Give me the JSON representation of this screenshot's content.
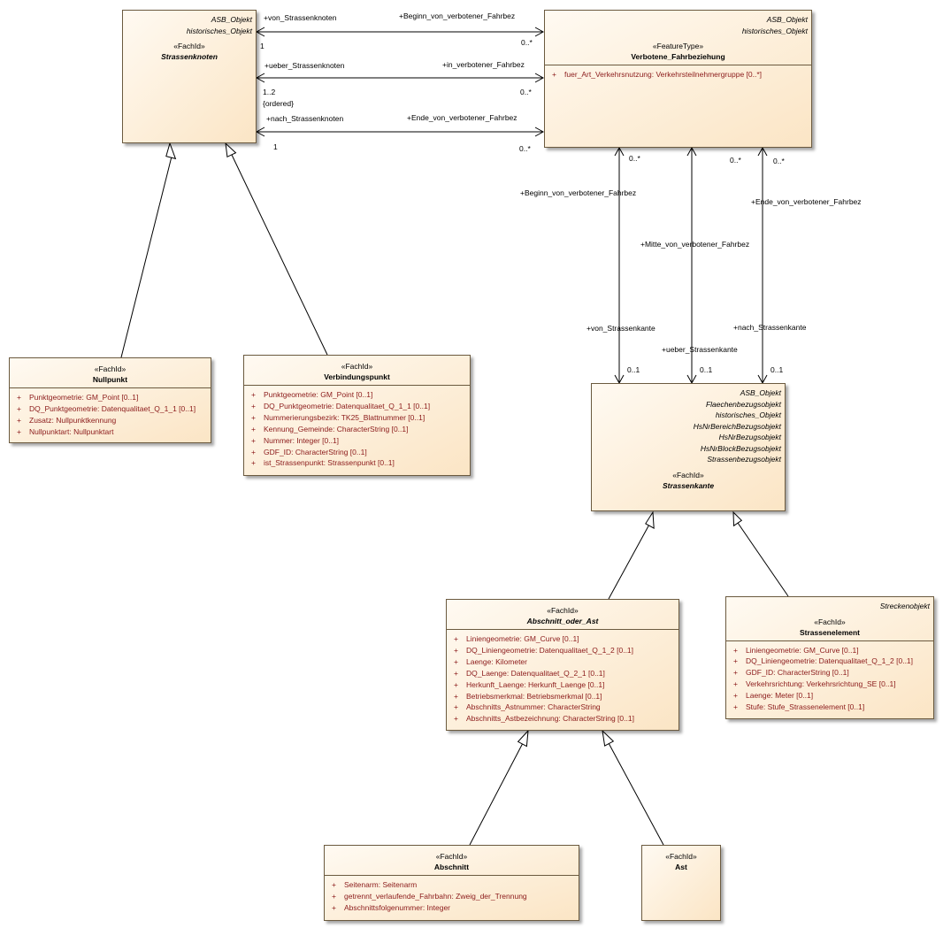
{
  "classes": {
    "strassenknoten": {
      "tags": [
        "ASB_Objekt",
        "historisches_Objekt"
      ],
      "stereotype": "«FachId»",
      "name": "Strassenknoten",
      "attributes": []
    },
    "verbotene": {
      "tags": [
        "ASB_Objekt",
        "historisches_Objekt"
      ],
      "stereotype": "«FeatureType»",
      "name": "Verbotene_Fahrbeziehung",
      "attributes": [
        "fuer_Art_Verkehrsnutzung: Verkehrsteilnehmergruppe [0..*]"
      ]
    },
    "nullpunkt": {
      "tags": [],
      "stereotype": "«FachId»",
      "name": "Nullpunkt",
      "attributes": [
        "Punktgeometrie: GM_Point [0..1]",
        "DQ_Punktgeometrie: Datenqualitaet_Q_1_1 [0..1]",
        "Zusatz: Nullpunktkennung",
        "Nullpunktart: Nullpunktart"
      ]
    },
    "verbindungspunkt": {
      "tags": [],
      "stereotype": "«FachId»",
      "name": "Verbindungspunkt",
      "attributes": [
        "Punktgeometrie: GM_Point [0..1]",
        "DQ_Punktgeometrie: Datenqualitaet_Q_1_1 [0..1]",
        "Nummerierungsbezirk: TK25_Blattnummer [0..1]",
        "Kennung_Gemeinde: CharacterString [0..1]",
        "Nummer: Integer [0..1]",
        "GDF_ID: CharacterString [0..1]",
        "ist_Strassenpunkt: Strassenpunkt [0..1]"
      ]
    },
    "strassenkante": {
      "tags": [
        "ASB_Objekt",
        "Flaechenbezugsobjekt",
        "historisches_Objekt",
        "HsNrBereichBezugsobjekt",
        "HsNrBezugsobjekt",
        "HsNrBlockBezugsobjekt",
        "Strassenbezugsobjekt"
      ],
      "stereotype": "«FachId»",
      "name": "Strassenkante",
      "attributes": []
    },
    "abschnitt_oder_ast": {
      "tags": [],
      "stereotype": "«FachId»",
      "name": "Abschnitt_oder_Ast",
      "attributes": [
        "Liniengeometrie: GM_Curve [0..1]",
        "DQ_Liniengeometrie: Datenqualitaet_Q_1_2 [0..1]",
        "Laenge: Kilometer",
        "DQ_Laenge: Datenqualitaet_Q_2_1 [0..1]",
        "Herkunft_Laenge: Herkunft_Laenge [0..1]",
        "Betriebsmerkmal: Betriebsmerkmal [0..1]",
        "Abschnitts_Astnummer: CharacterString",
        "Abschnitts_Astbezeichnung: CharacterString [0..1]"
      ]
    },
    "strassenelement": {
      "tags": [
        "Streckenobjekt"
      ],
      "stereotype": "«FachId»",
      "name": "Strassenelement",
      "attributes": [
        "Liniengeometrie: GM_Curve [0..1]",
        "DQ_Liniengeometrie: Datenqualitaet_Q_1_2 [0..1]",
        "GDF_ID: CharacterString [0..1]",
        "Verkehrsrichtung: Verkehrsrichtung_SE [0..1]",
        "Laenge: Meter [0..1]",
        "Stufe: Stufe_Strassenelement [0..1]"
      ]
    },
    "abschnitt": {
      "tags": [],
      "stereotype": "«FachId»",
      "name": "Abschnitt",
      "attributes": [
        "Seitenarm: Seitenarm",
        "getrennt_verlaufende_Fahrbahn: Zweig_der_Trennung",
        "Abschnittsfolgenummer: Integer"
      ]
    },
    "ast": {
      "tags": [],
      "stereotype": "«FachId»",
      "name": "Ast",
      "attributes": []
    }
  },
  "associations": {
    "a1": {
      "role_left": "+von_Strassenknoten",
      "role_right": "+Beginn_von_verbotener_Fahrbez",
      "mult_left": "1",
      "mult_right": "0..*"
    },
    "a2": {
      "role_left": "+ueber_Strassenknoten",
      "role_right": "+in_verbotener_Fahrbez",
      "mult_left": "1..2",
      "constraint": "{ordered}",
      "mult_right": "0..*"
    },
    "a3": {
      "role_left": "+nach_Strassenknoten",
      "role_right": "+Ende_von_verbotener_Fahrbez",
      "mult_left": "1",
      "mult_right": "0..*"
    },
    "v1": {
      "role_top": "+Beginn_von_verbotener_Fahrbez",
      "role_bottom": "+von_Strassenkante",
      "mult_top": "0..*",
      "mult_bottom": "0..1"
    },
    "v2": {
      "role_top": "+Mitte_von_verbotener_Fahrbez",
      "role_bottom": "+ueber_Strassenkante",
      "mult_top": "0..*",
      "mult_bottom": "0..1"
    },
    "v3": {
      "role_top": "+Ende_von_verbotener_Fahrbez",
      "role_bottom": "+nach_Strassenkante",
      "mult_top": "0..*",
      "mult_bottom": "0..1"
    }
  }
}
